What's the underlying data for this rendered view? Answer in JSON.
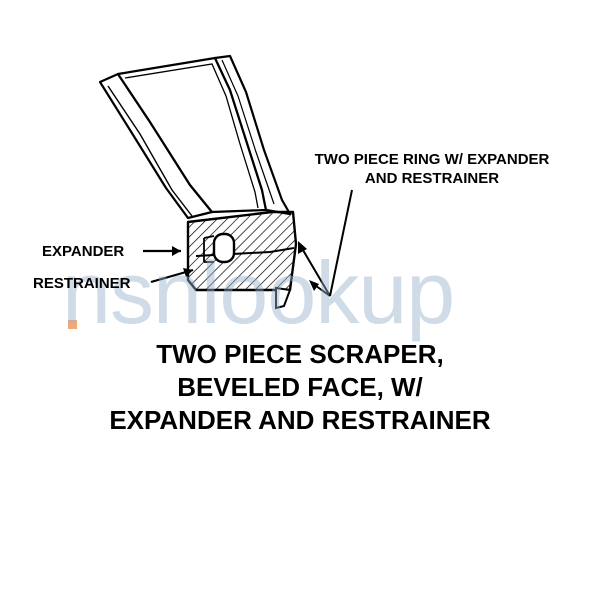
{
  "labels": {
    "ring_line1": "TWO PIECE RING W/ EXPANDER",
    "ring_line2": "AND RESTRAINER",
    "expander": "EXPANDER",
    "restrainer": "RESTRAINER"
  },
  "title": {
    "line1": "TWO PIECE SCRAPER,",
    "line2": "BEVELED FACE, W/",
    "line3": "EXPANDER AND RESTRAINER"
  },
  "watermark": {
    "text": "nsnlookup"
  }
}
